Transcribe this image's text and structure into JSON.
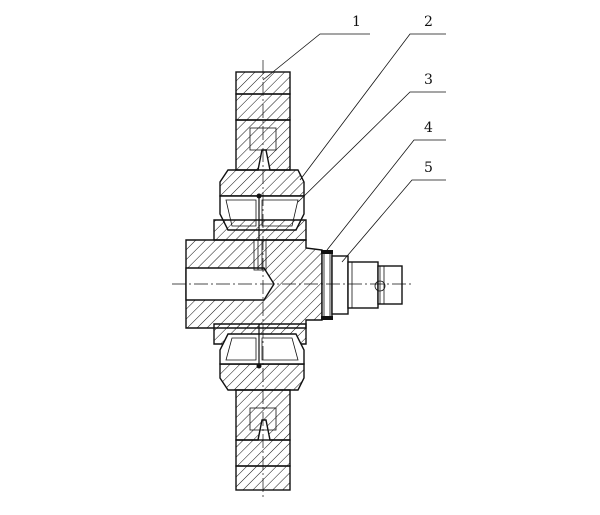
{
  "figure": {
    "callouts": [
      {
        "id": "1",
        "label": "1"
      },
      {
        "id": "2",
        "label": "2"
      },
      {
        "id": "3",
        "label": "3"
      },
      {
        "id": "4",
        "label": "4"
      },
      {
        "id": "5",
        "label": "5"
      }
    ],
    "colors": {
      "ink": "#111111",
      "paper": "#ffffff"
    }
  }
}
